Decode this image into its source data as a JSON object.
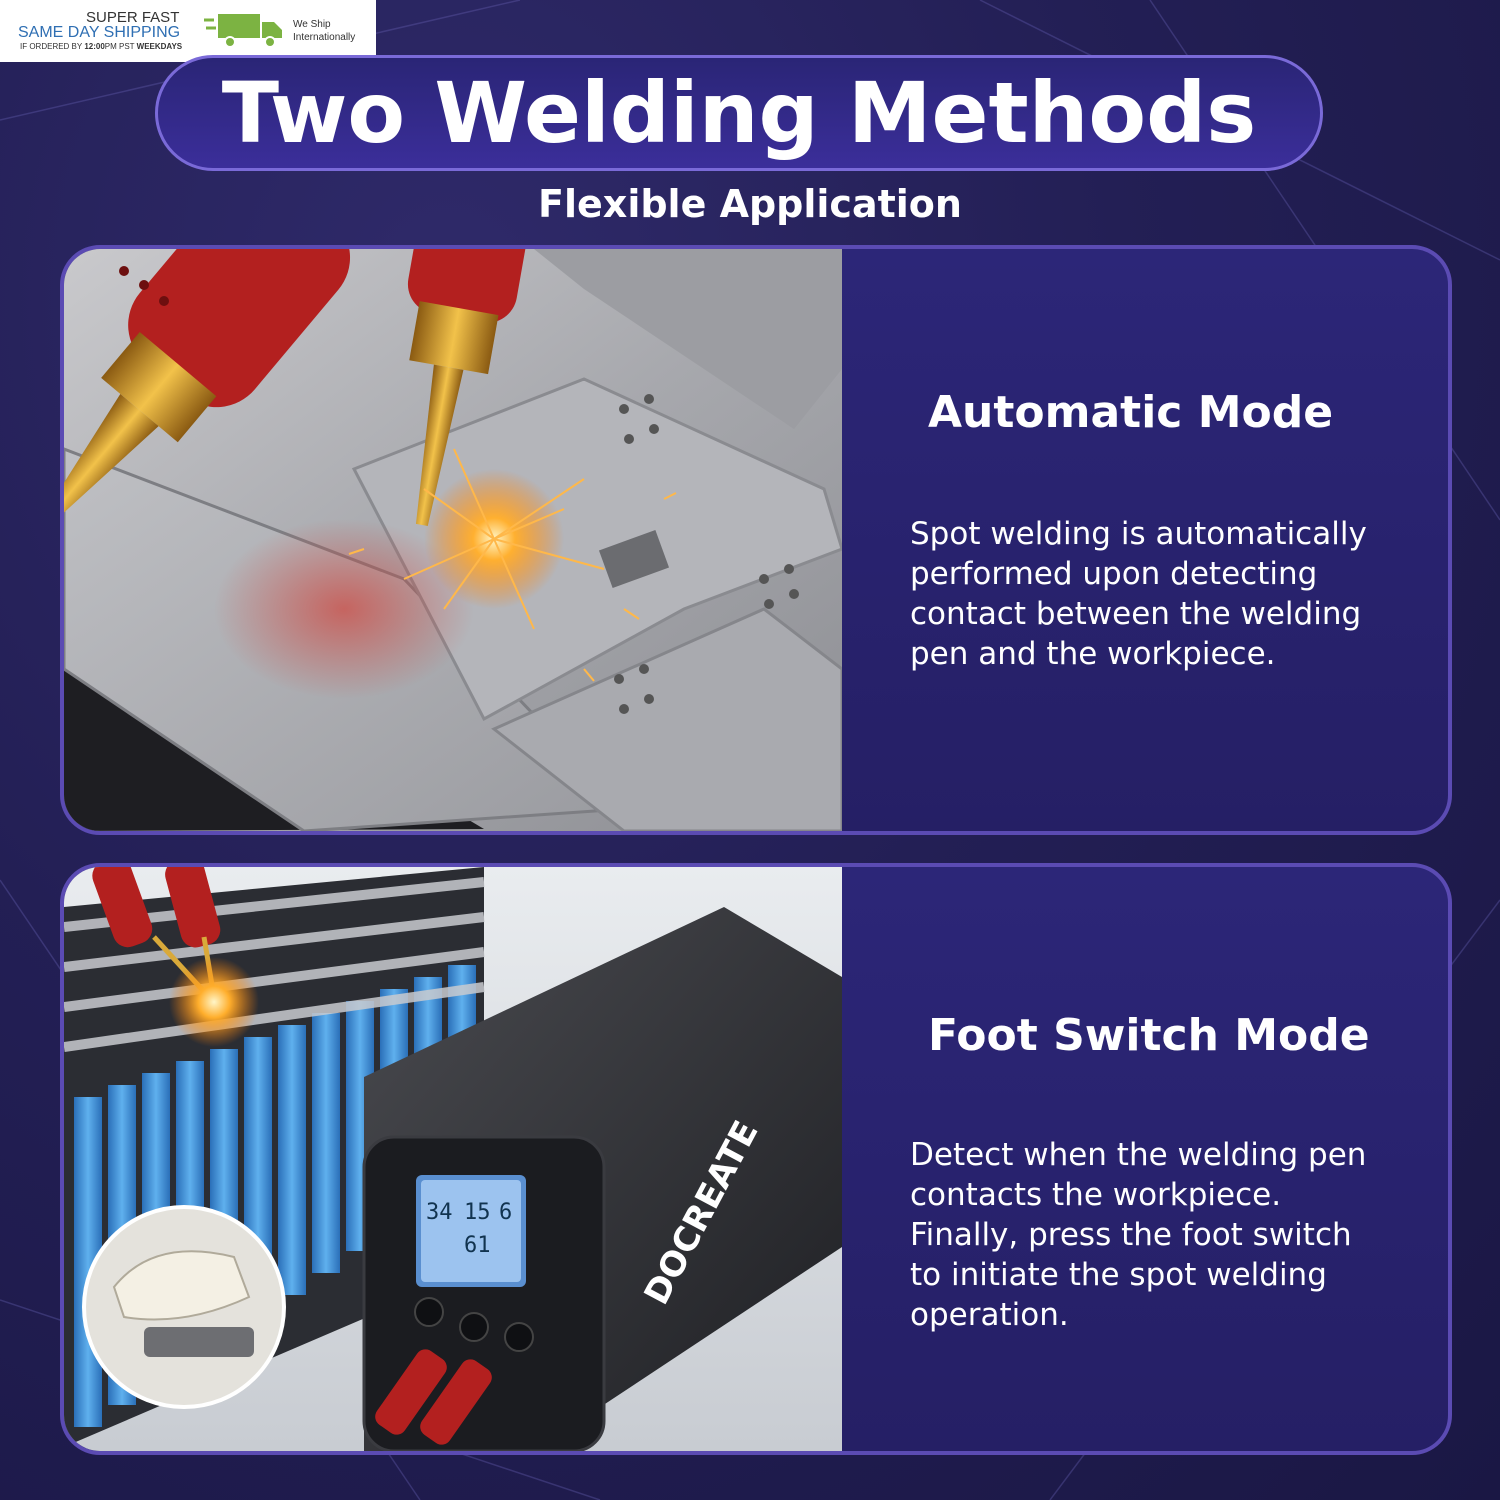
{
  "banner": {
    "line1": "SUPER FAST",
    "line2": "SAME DAY SHIPPING",
    "line3_prefix": "IF ORDERED BY ",
    "line3_time": "12:00",
    "line3_suffix": "PM PST ",
    "line3_days": "WEEKDAYS",
    "ship_line1": "We Ship",
    "ship_line2": "Internationally",
    "truck_icon": "delivery-truck-icon",
    "truck_color": "#7cb342"
  },
  "header": {
    "title": "Two Welding Methods",
    "subtitle": "Flexible Application"
  },
  "modes": [
    {
      "title": "Automatic Mode",
      "description_lines": [
        "Spot welding is automatically",
        "performed upon detecting",
        "contact between the welding",
        "pen and the workpiece."
      ],
      "photo": "welding-pen-sparks-photo"
    },
    {
      "title": "Foot Switch Mode",
      "description_lines": [
        "Detect when the welding pen",
        "contacts the workpiece.",
        "Finally, press the foot switch",
        "to initiate the spot welding",
        "operation."
      ],
      "photo": "spot-welder-device-photo"
    }
  ],
  "device": {
    "brand": "DOCREATE",
    "screen_values": [
      "34",
      "15",
      "6",
      "61"
    ]
  },
  "colors": {
    "background": "#231f55",
    "accent_border": "#5b4bb3",
    "pen_red": "#b3201f",
    "battery_blue": "#3a8fd6"
  }
}
